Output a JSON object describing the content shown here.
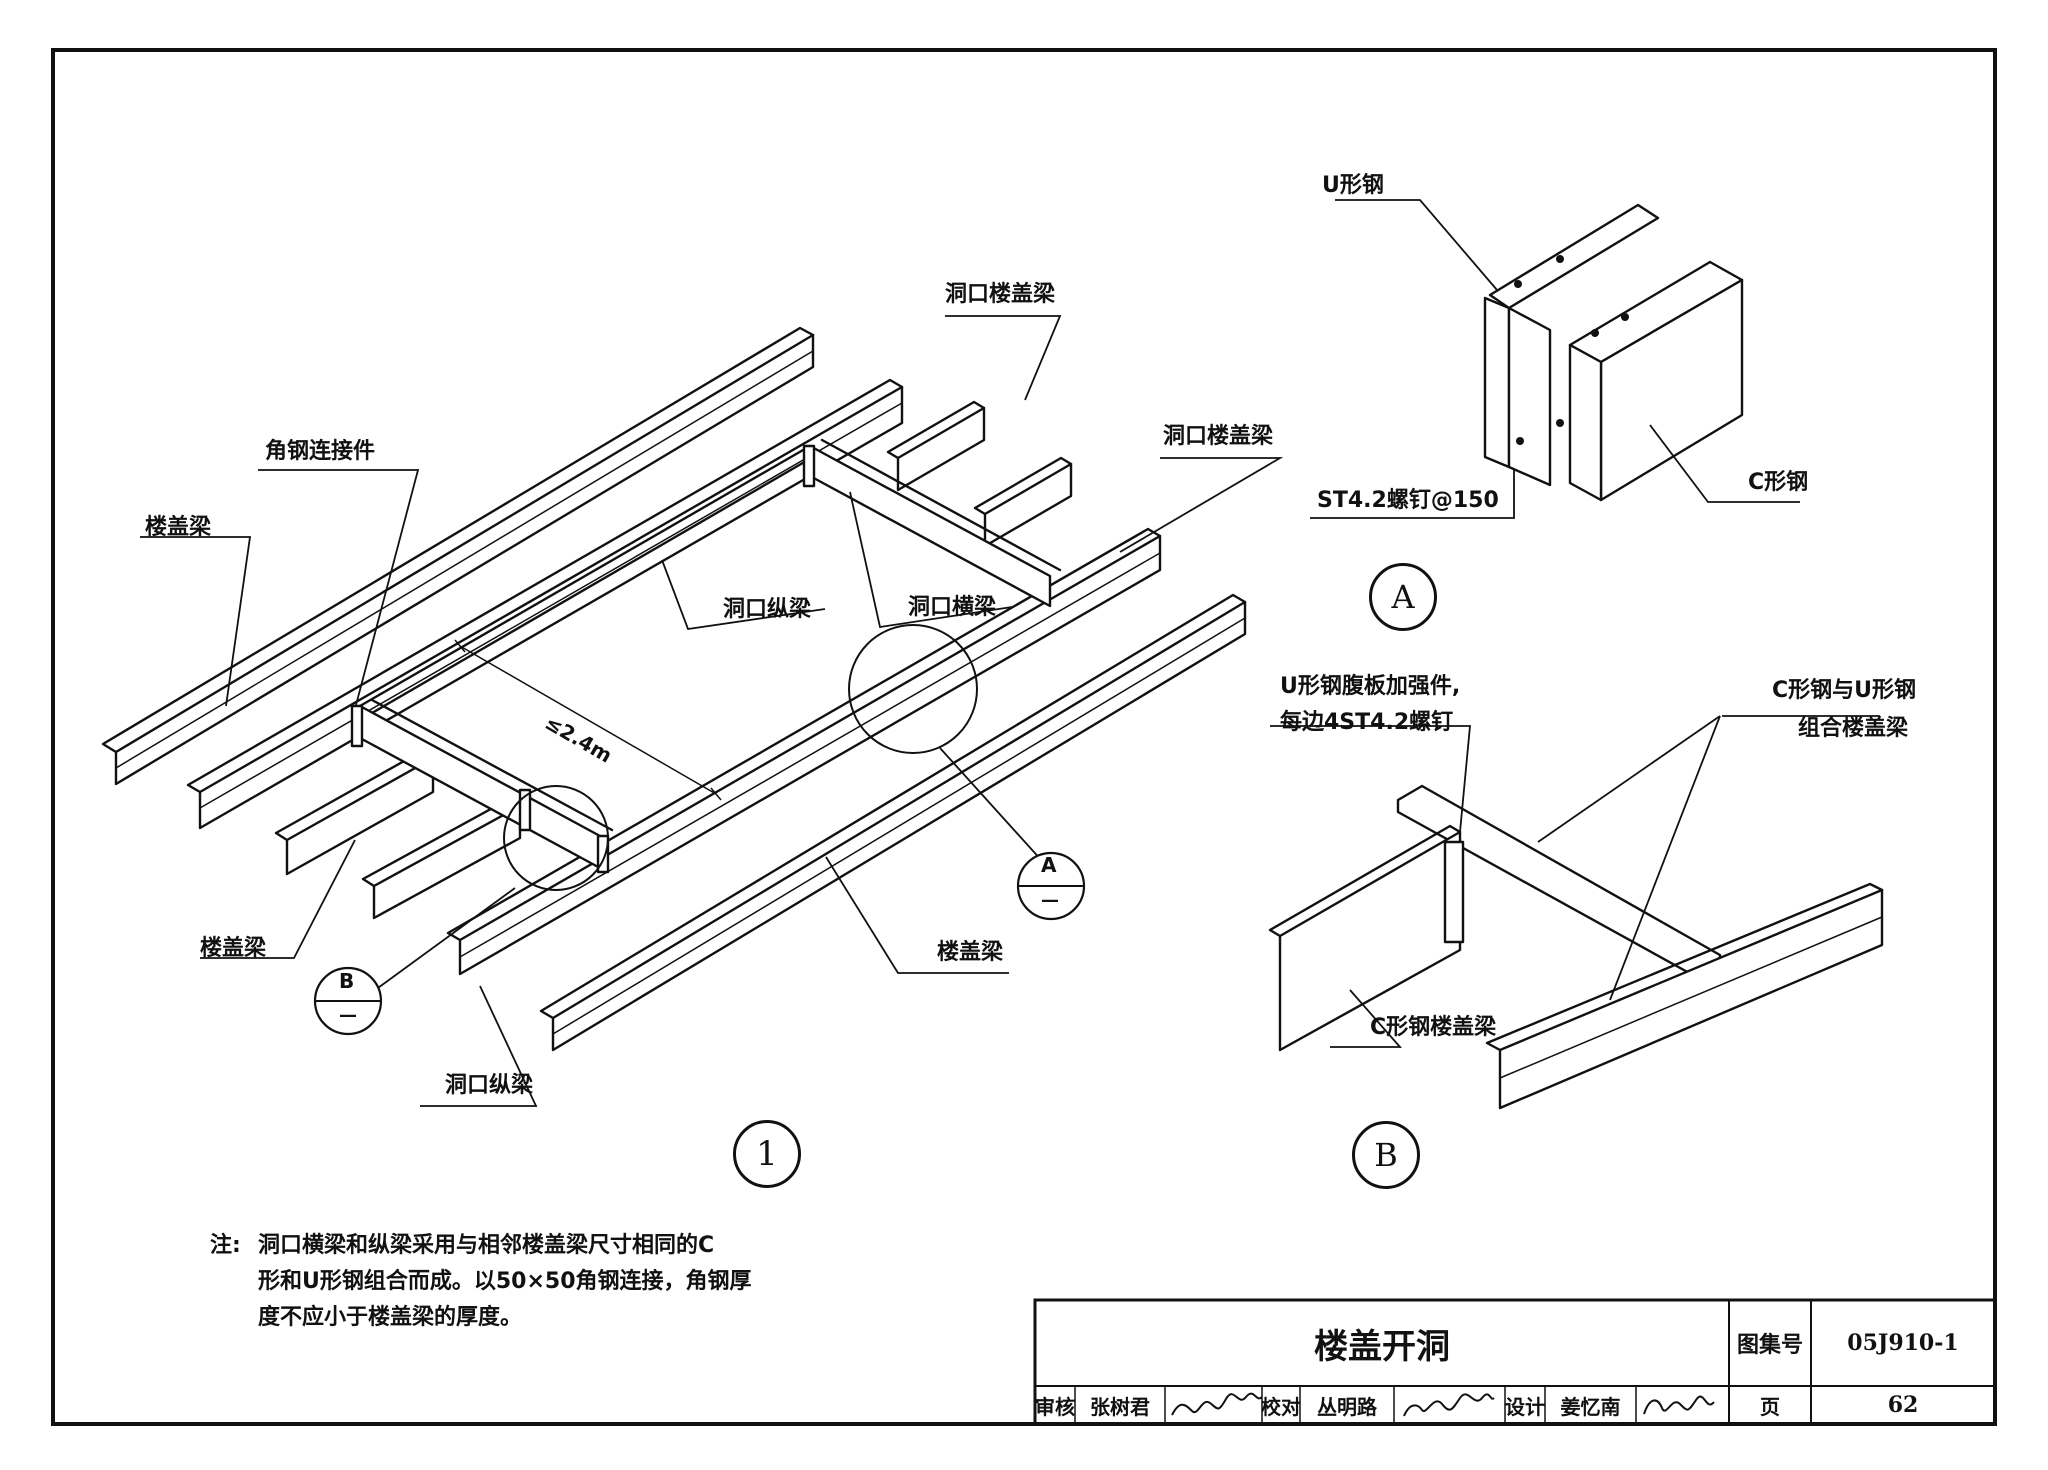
{
  "labels": {
    "floor_beam_1": "楼盖梁",
    "angle_connector": "角钢连接件",
    "opening_floor_beam_1": "洞口楼盖梁",
    "opening_floor_beam_2": "洞口楼盖梁",
    "opening_long_beam_1": "洞口纵梁",
    "opening_cross_beam": "洞口横梁",
    "dimension": "≤2.4m",
    "floor_beam_2": "楼盖梁",
    "floor_beam_3": "楼盖梁",
    "opening_long_beam_2": "洞口纵梁",
    "u_steel": "U形钢",
    "c_steel": "C形钢",
    "screw_spec": "ST4.2螺钉@150",
    "u_web_stiffener_line1": "U形钢腹板加强件,",
    "u_web_stiffener_line2": "每边4ST4.2螺钉",
    "combined_beam_line1": "C形钢与U形钢",
    "combined_beam_line2": "组合楼盖梁",
    "c_steel_floor_beam": "C形钢楼盖梁"
  },
  "callouts": {
    "a_letter": "A",
    "a_sub": "—",
    "b_letter": "B",
    "b_sub": "—"
  },
  "detail_marks": {
    "main": "1",
    "detail_a": "A",
    "detail_b": "B"
  },
  "note": {
    "prefix": "注:",
    "lines": [
      "洞口横梁和纵梁采用与相邻楼盖梁尺寸相同的C",
      "形和U形钢组合而成。以50×50角钢连接，角钢厚",
      "度不应小于楼盖梁的厚度。"
    ]
  },
  "title_block": {
    "title": "楼盖开洞",
    "atlas_label": "图集号",
    "atlas_no": "05J910-1",
    "review_label": "审核",
    "reviewer": "张树君",
    "check_label": "校对",
    "checker": "丛明路",
    "design_label": "设计",
    "designer": "姜忆南",
    "page_label": "页",
    "page_no": "62"
  }
}
